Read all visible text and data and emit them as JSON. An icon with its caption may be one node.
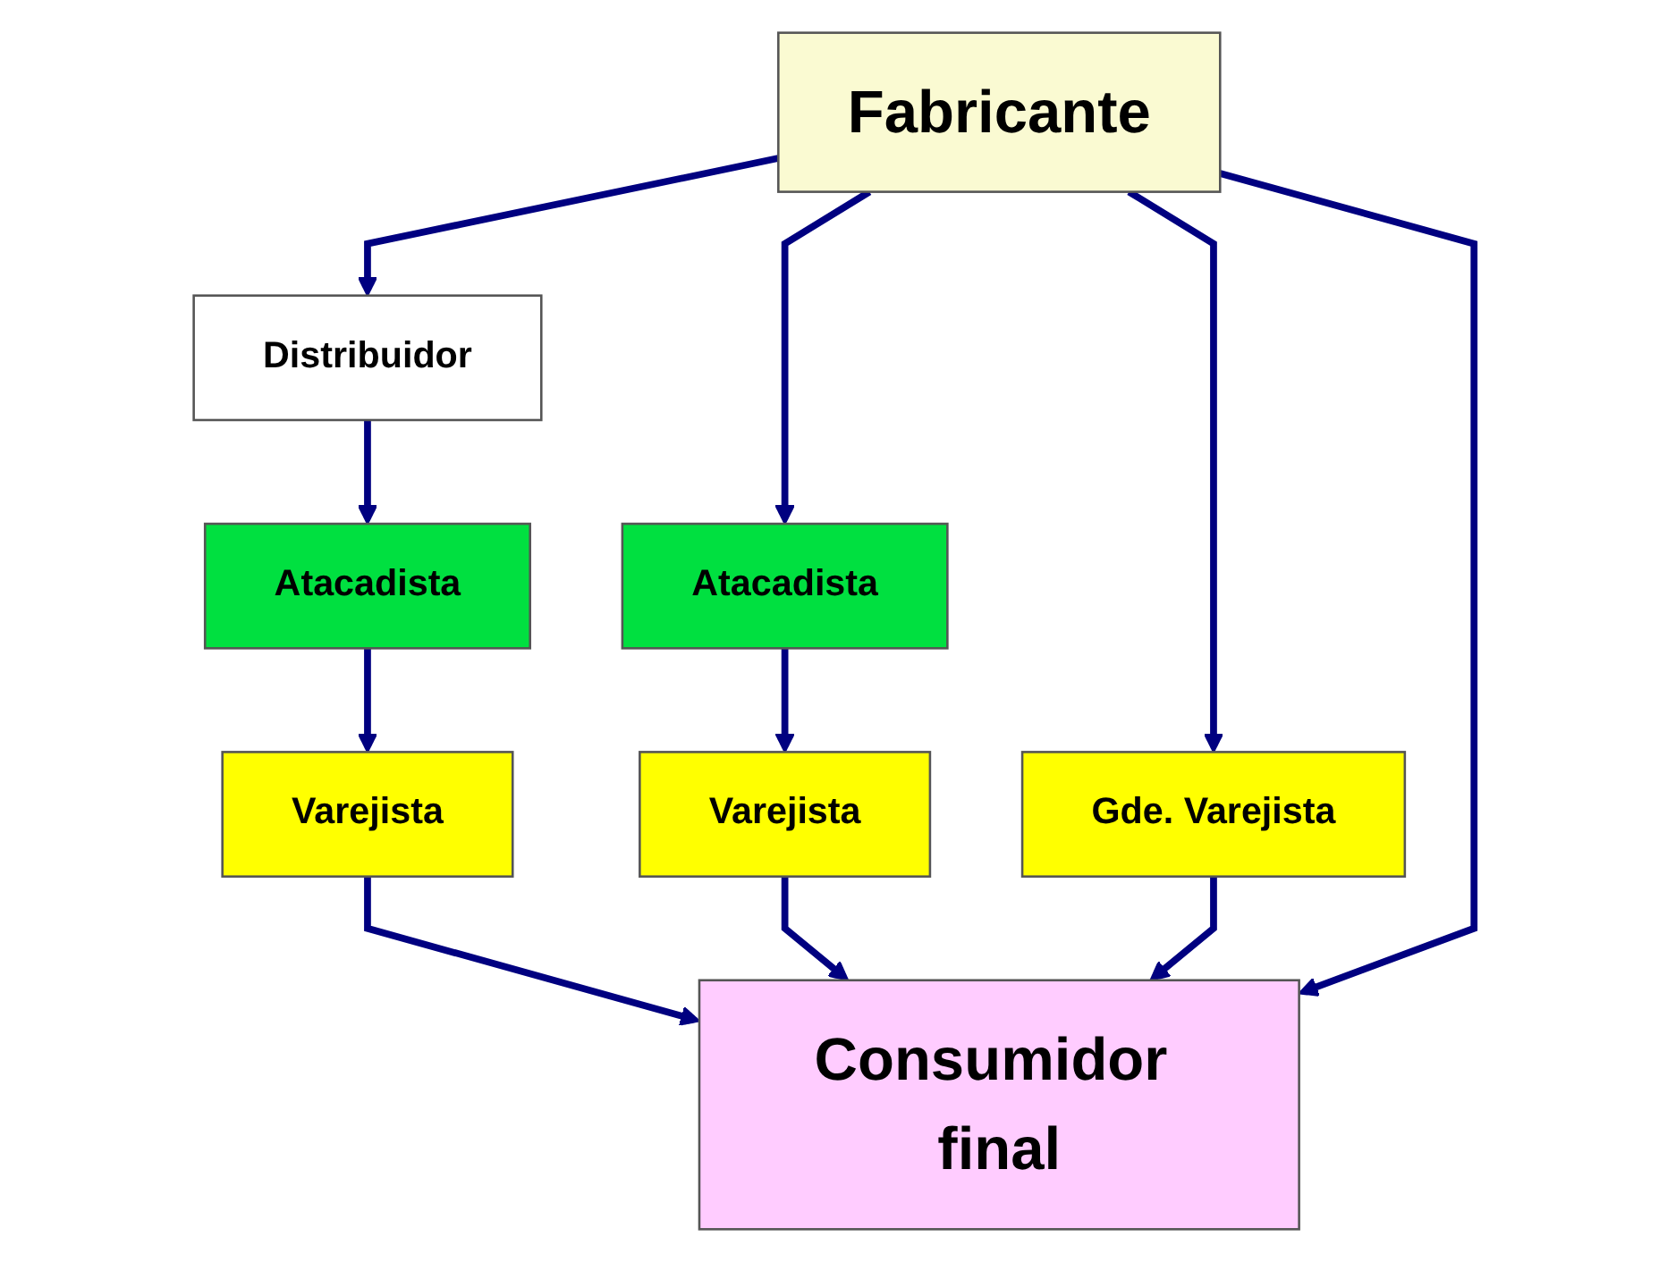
{
  "diagram": {
    "nodes": [
      {
        "text": [
          "Fabricante"
        ]
      },
      {
        "text": [
          "Distribuidor"
        ]
      },
      {
        "text": [
          "Atacadista"
        ]
      },
      {
        "text": [
          "Varejista"
        ]
      },
      {
        "text": [
          "Atacadista"
        ]
      },
      {
        "text": [
          "Varejista"
        ]
      },
      {
        "text": [
          "Gde. Varejista"
        ]
      },
      {
        "text": [
          "Consumidor final"
        ]
      }
    ],
    "edges": [
      {
        "from": 0,
        "to": 1,
        "arrow": "to"
      },
      {
        "from": 1,
        "to": 2,
        "arrow": "to"
      },
      {
        "from": 2,
        "to": 3,
        "arrow": "to"
      },
      {
        "from": 3,
        "to": 7,
        "arrow": "to"
      },
      {
        "from": 0,
        "to": 4,
        "arrow": "to"
      },
      {
        "from": 4,
        "to": 5,
        "arrow": "to"
      },
      {
        "from": 5,
        "to": 7,
        "arrow": "to"
      },
      {
        "from": 0,
        "to": 6,
        "arrow": "to"
      },
      {
        "from": 6,
        "to": 7,
        "arrow": "to"
      },
      {
        "from": 0,
        "to": 7,
        "arrow": "to"
      }
    ]
  }
}
